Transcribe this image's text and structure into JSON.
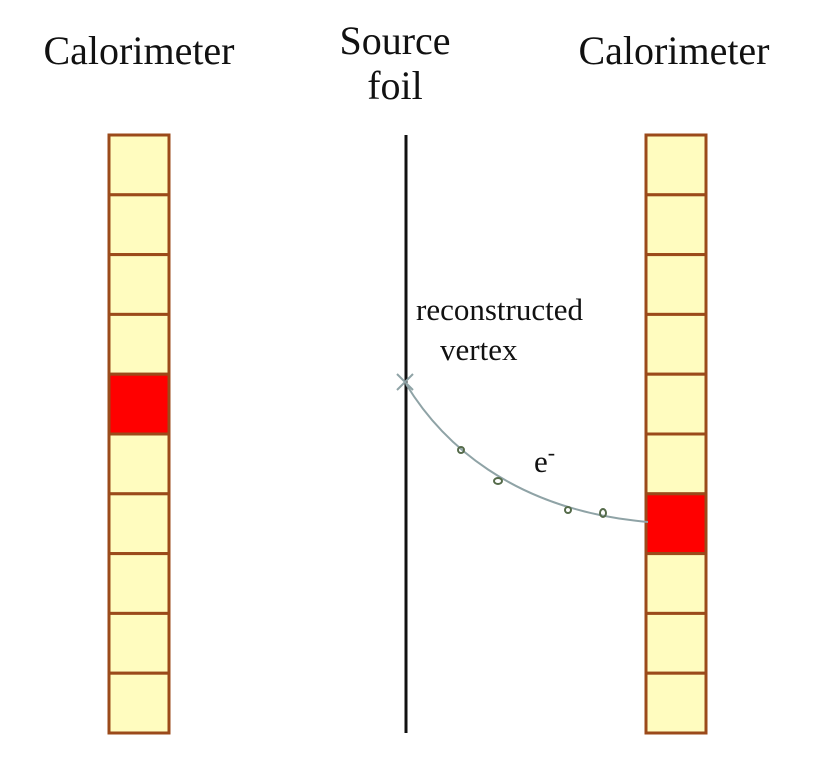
{
  "labels": {
    "left_calorimeter": "Calorimeter",
    "source_line1": "Source",
    "source_line2": "foil",
    "right_calorimeter": "Calorimeter",
    "vertex_line1": "reconstructed",
    "vertex_line2": "vertex",
    "particle": "e",
    "particle_charge": "-"
  },
  "calorimeters": {
    "left": {
      "cell_count": 10,
      "hit_cells": [
        4
      ]
    },
    "right": {
      "cell_count": 10,
      "hit_cells": [
        6
      ]
    }
  },
  "colors": {
    "cell_fill": "#fffcbf",
    "cell_hit": "#ff0000",
    "cell_border": "#9b4a1a",
    "foil": "#111111",
    "track": "#8fa3a6",
    "hits": "#556b4a"
  }
}
